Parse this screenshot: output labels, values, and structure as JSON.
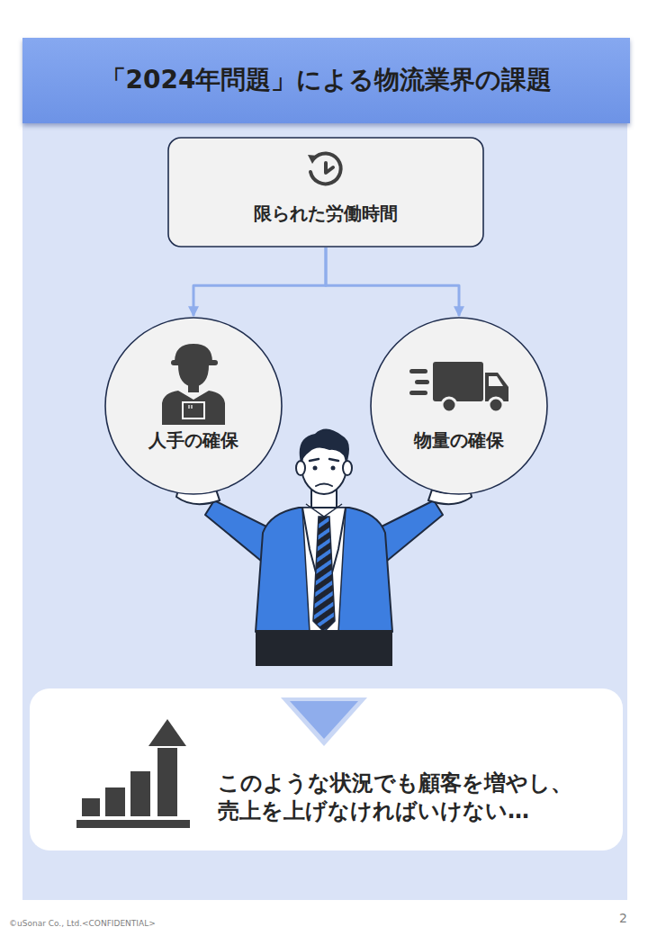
{
  "diagram": {
    "title": "「2024年問題」による物流業界の課題",
    "nodes": [
      {
        "text": [
          "限られた労働時間"
        ]
      },
      {
        "text": [
          "人手の確保"
        ]
      },
      {
        "text": [
          "物量の確保"
        ]
      },
      {
        "text": [
          "このような状況でも顧客を増やし、 売上を上げなければいけない…"
        ]
      }
    ],
    "edges": [
      {
        "from": 0,
        "to": 1,
        "arrow": "to"
      },
      {
        "from": 0,
        "to": 2,
        "arrow": "to"
      }
    ],
    "labels": [
      "©uSonar Co., Ltd.<CONFIDENTIAL>",
      "2"
    ]
  }
}
